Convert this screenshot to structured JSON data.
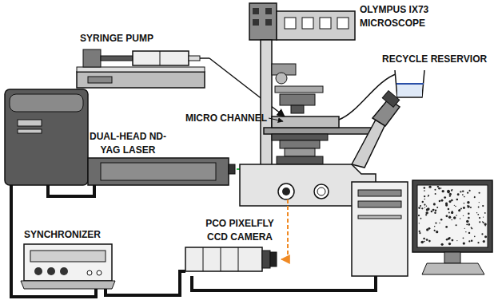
{
  "diagram": {
    "labels": [
      "OLYMPUS IX73 MICROSCOPE",
      "SYRINGE PUMP",
      "RECYCLE RESERVIOR",
      "MICRO CHANNEL",
      "DUAL-HEAD ND-YAG LASER",
      "SYNCHRONIZER",
      "PCO PIXELFLY CCD CAMERA"
    ]
  }
}
